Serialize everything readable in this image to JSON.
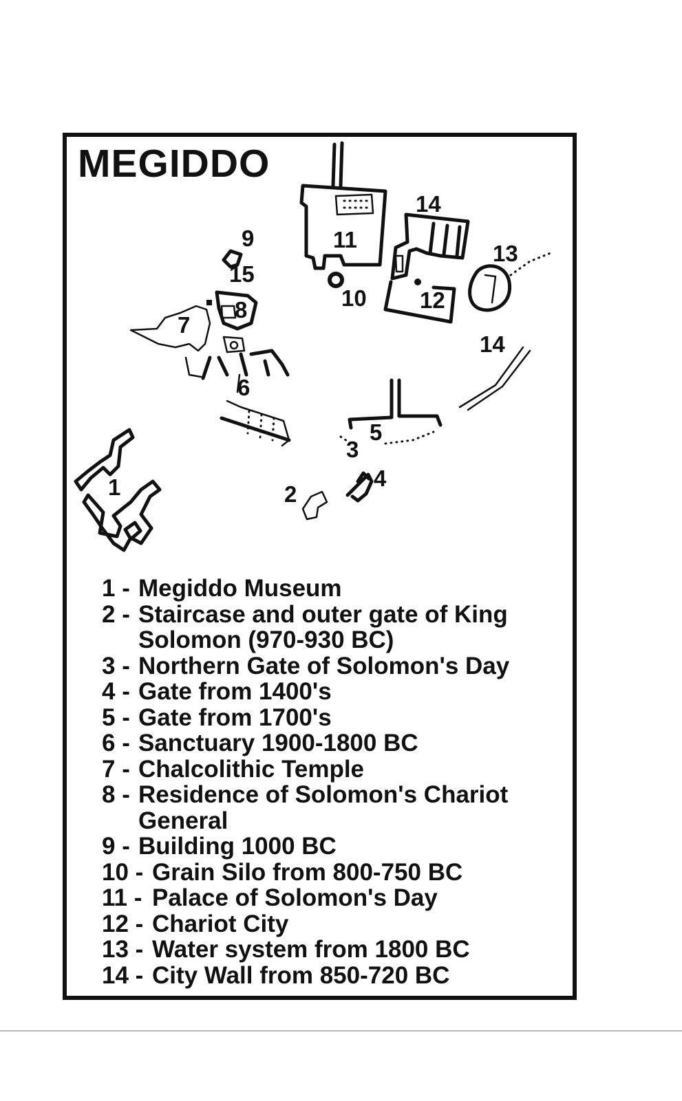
{
  "map": {
    "title": "MEGIDDO",
    "site_labels": [
      "1",
      "2",
      "3",
      "4",
      "5",
      "6",
      "7",
      "8",
      "9",
      "10",
      "11",
      "12",
      "13",
      "14",
      "14",
      "15"
    ]
  },
  "legend": {
    "items": [
      {
        "num": "1 -",
        "text": "Megiddo Museum"
      },
      {
        "num": "2 -",
        "text": "Staircase and outer gate of King\nSolomon (970-930 BC)"
      },
      {
        "num": "3 -",
        "text": "Northern Gate of Solomon's Day"
      },
      {
        "num": "4 -",
        "text": "Gate from 1400's"
      },
      {
        "num": "5 -",
        "text": "Gate from 1700's"
      },
      {
        "num": "6 -",
        "text": "Sanctuary 1900-1800 BC"
      },
      {
        "num": "7 -",
        "text": "Chalcolithic Temple"
      },
      {
        "num": "8 -",
        "text": "Residence of Solomon's Chariot\nGeneral"
      },
      {
        "num": "9 -",
        "text": "Building 1000 BC"
      },
      {
        "num": "10 -",
        "text": "Grain Silo from 800-750 BC"
      },
      {
        "num": "11 -",
        "text": "Palace of Solomon's Day"
      },
      {
        "num": "12 -",
        "text": "Chariot City"
      },
      {
        "num": "13 -",
        "text": "Water system from 1800 BC"
      },
      {
        "num": "14 -",
        "text": "City Wall from 850-720 BC"
      }
    ]
  }
}
